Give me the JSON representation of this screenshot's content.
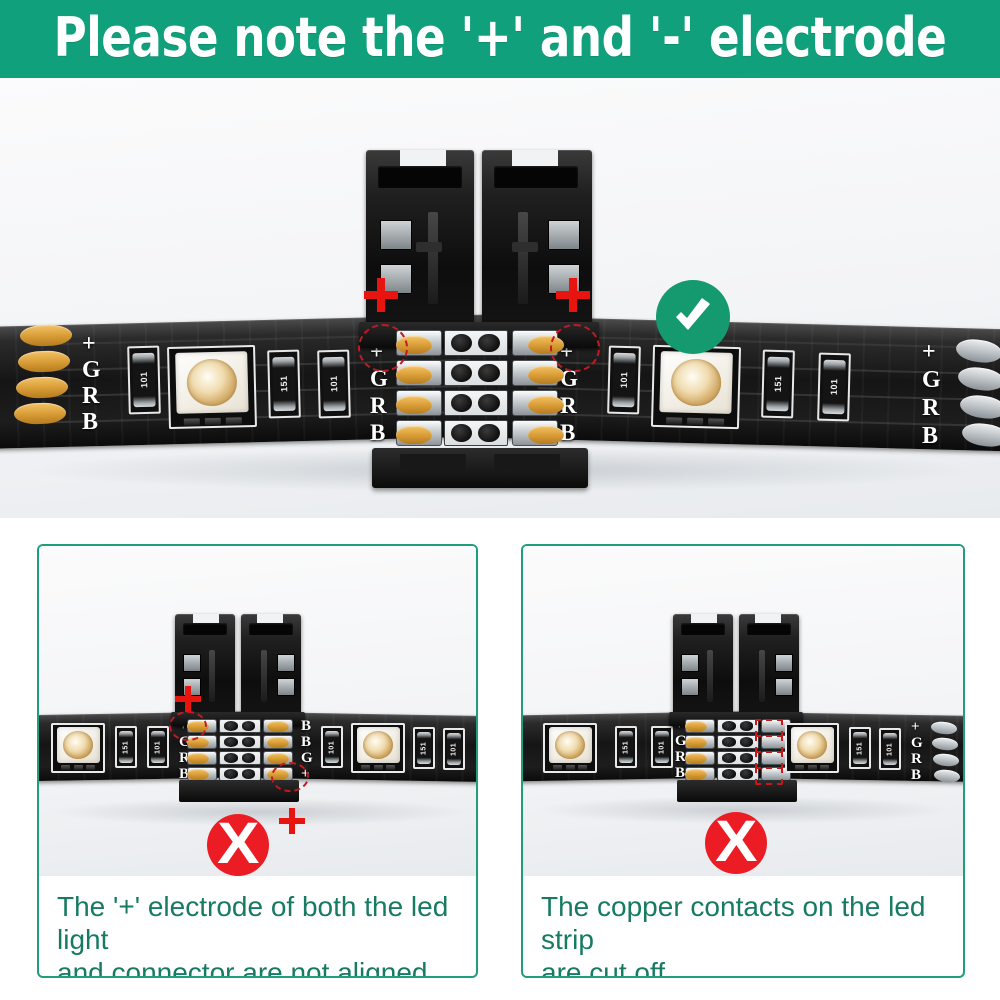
{
  "header": {
    "title": "Please note the '+' and '-' electrode",
    "background_color": "#10a07c",
    "text_color": "#ffffff"
  },
  "colors": {
    "teal": "#10a07c",
    "teal_text": "#177a63",
    "panel_border": "#1f9e7e",
    "red_mark": "#e8140f",
    "red_badge": "#ec1c24",
    "green_badge": "#15996f",
    "dashed_red": "#c21a23",
    "pcb_black": "#151515",
    "pad_gold": "#d79b34",
    "pad_silver": "#b9bec2"
  },
  "main_figure": {
    "name": "correct-connection-example",
    "status_icon": "check-icon",
    "status_meaning": "correct",
    "connector": {
      "name": "4-pin-led-strip-connector",
      "plus_marks": [
        "+",
        "+"
      ]
    },
    "left_strip": {
      "electrode_labels_outer": [
        "+",
        "G",
        "R",
        "B"
      ],
      "electrode_labels_inner": [
        "+",
        "G",
        "R",
        "B"
      ],
      "resistor_codes": [
        "101",
        "151",
        "101"
      ],
      "pad_type": "gold"
    },
    "right_strip": {
      "electrode_labels_inner": [
        "+",
        "G",
        "R",
        "B"
      ],
      "electrode_labels_outer": [
        "+",
        "G",
        "R",
        "B"
      ],
      "resistor_codes": [
        "101",
        "151",
        "101"
      ],
      "pad_type": "silver"
    },
    "highlight_circles": 2
  },
  "panels": [
    {
      "id": "panel-misaligned",
      "name": "wrong-example-misaligned",
      "status_icon": "x-icon",
      "status_meaning": "wrong",
      "caption": "The '+' electrode of both the led light and connector are not aligned.",
      "caption_lines": [
        "The '+' electrode of both the led light",
        "and connector are not aligned."
      ],
      "plus_marks": [
        "+",
        "+"
      ],
      "left_labels": [
        "+",
        "G",
        "R",
        "B"
      ],
      "right_labels": [
        "B",
        "B",
        "G",
        "+"
      ],
      "resistor_codes_left": [
        "151",
        "101"
      ],
      "resistor_codes_right": [
        "101",
        "151",
        "101"
      ],
      "highlight_circles": 2
    },
    {
      "id": "panel-cut-contacts",
      "name": "wrong-example-cut-contacts",
      "status_icon": "x-icon",
      "status_meaning": "wrong",
      "caption": "The copper contacts on the led strip are cut off.",
      "caption_lines": [
        "The copper contacts on the led strip",
        "are cut off."
      ],
      "left_labels": [
        "+",
        "G",
        "R",
        "B"
      ],
      "right_labels": [
        "+",
        "G",
        "R",
        "B"
      ],
      "resistor_codes_left": [
        "151",
        "101"
      ],
      "resistor_codes_right": [
        "151",
        "101"
      ],
      "highlight_rects": 4
    }
  ]
}
